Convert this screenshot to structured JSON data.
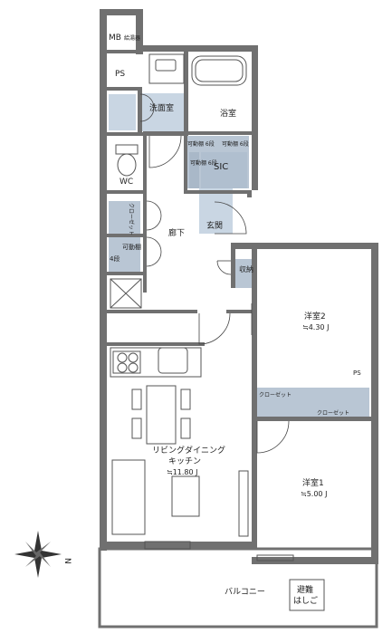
{
  "rooms": {
    "mb": "MB",
    "water_heater": "給湯器",
    "ps_top": "PS",
    "washroom": "洗面室",
    "bath": "浴室",
    "shelf_a": "可動棚 6段",
    "shelf_b": "可動棚 6段",
    "shelf_c": "可動棚 6段",
    "sic": "SIC",
    "wc": "WC",
    "closet_hall": "クローゼット",
    "shelf_hall": "可動棚",
    "shelf_hall_count": "4段",
    "entrance": "玄関",
    "corridor": "廊下",
    "storage": "収納",
    "bedroom2": "洋室2",
    "bedroom2_size": "≒4.30 J",
    "ps_right": "PS",
    "closet_a": "クローゼット",
    "closet_b": "クローゼット",
    "ldk": "リビングダイニング",
    "ldk2": "キッチン",
    "ldk_size": "≒11.80 J",
    "bedroom1": "洋室1",
    "bedroom1_size": "≒5.00 J",
    "balcony": "バルコニー",
    "escape1": "避難",
    "escape2": "はしご"
  },
  "compass": {
    "north": "N"
  },
  "colors": {
    "wall": "#707070",
    "tile": "#c9d6e3",
    "storage": "#b9c6d4"
  }
}
